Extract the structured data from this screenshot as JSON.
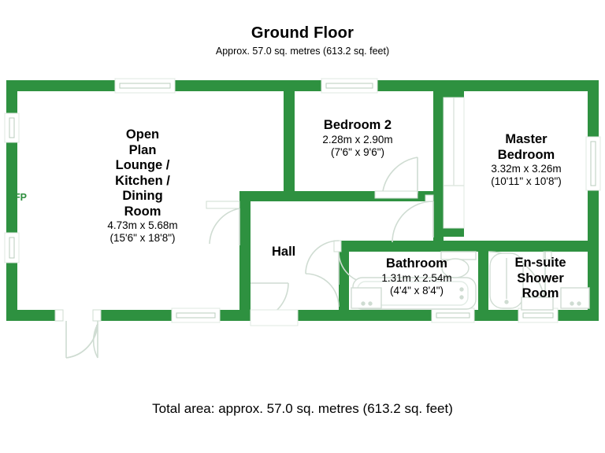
{
  "header": {
    "title": "Ground Floor",
    "subtitle": "Approx. 57.0 sq. metres (613.2 sq. feet)"
  },
  "footer": {
    "total_area": "Total area: approx. 57.0 sq. metres (613.2 sq. feet)"
  },
  "colors": {
    "wall": "#2e9140",
    "wall_dark": "#24782f",
    "fixture_line": "#c9d8cc",
    "text": "#000000",
    "background": "#ffffff",
    "fp_text": "#2f8f3f"
  },
  "rooms": [
    {
      "id": "open-plan",
      "name": "Open\nPlan\nLounge /\nKitchen /\nDining\nRoom",
      "dim_metric": "4.73m x 5.68m",
      "dim_imperial": "(15'6\" x 18'8\")"
    },
    {
      "id": "bedroom-2",
      "name": "Bedroom 2",
      "dim_metric": "2.28m x 2.90m",
      "dim_imperial": "(7'6\" x 9'6\")"
    },
    {
      "id": "master-bedroom",
      "name": "Master\nBedroom",
      "dim_metric": "3.32m x 3.26m",
      "dim_imperial": "(10'11\" x 10'8\")"
    },
    {
      "id": "bathroom",
      "name": "Bathroom",
      "dim_metric": "1.31m x 2.54m",
      "dim_imperial": "(4'4\" x 8'4\")"
    },
    {
      "id": "en-suite",
      "name": "En-suite\nShower\nRoom",
      "dim_metric": "",
      "dim_imperial": ""
    },
    {
      "id": "hall",
      "name": "Hall",
      "dim_metric": "",
      "dim_imperial": ""
    }
  ],
  "annotations": {
    "fireplace": "FP"
  }
}
